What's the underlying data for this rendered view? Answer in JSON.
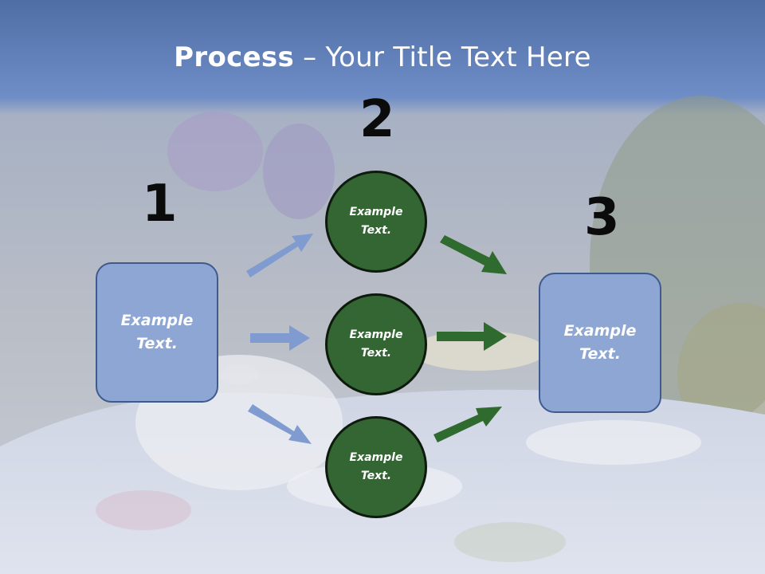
{
  "title": {
    "bold": "Process",
    "rest": " – Your Title Text Here"
  },
  "steps": {
    "one": "1",
    "two": "2",
    "three": "3"
  },
  "left_box": {
    "line1": "Example",
    "line2": "Text."
  },
  "right_box": {
    "line1": "Example",
    "line2": "Text."
  },
  "circles": [
    {
      "line1": "Example",
      "line2": "Text."
    },
    {
      "line1": "Example",
      "line2": "Text."
    },
    {
      "line1": "Example",
      "line2": "Text."
    }
  ],
  "colors": {
    "box_fill": "#8da6d3",
    "box_border": "#3f5b8e",
    "circle_fill": "#336633",
    "blue_arrow": "#7f9bd0",
    "green_arrow": "#2f6a2f"
  }
}
